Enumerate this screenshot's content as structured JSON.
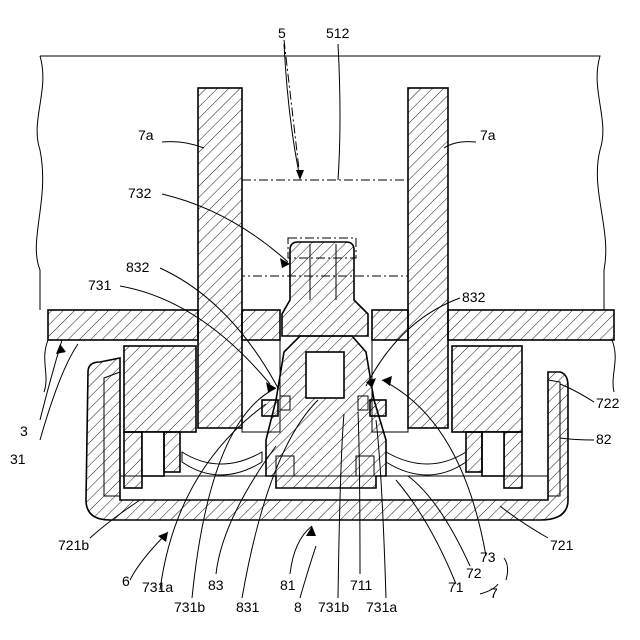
{
  "labels": {
    "l5": "5",
    "l512": "512",
    "l7a_left": "7a",
    "l7a_right": "7a",
    "l732": "732",
    "l832_left": "832",
    "l731": "731",
    "l832_right": "832",
    "l722": "722",
    "l3": "3",
    "l82": "82",
    "l31": "31",
    "l721b": "721b",
    "l721": "721",
    "l73": "73",
    "l72": "72",
    "l6": "6",
    "l731a_left": "731a",
    "l83": "83",
    "l81": "81",
    "l711": "711",
    "l71": "71",
    "l7": "7",
    "l731b_left": "731b",
    "l831": "831",
    "l8": "8",
    "l731b_right": "731b",
    "l731a_right": "731a"
  }
}
